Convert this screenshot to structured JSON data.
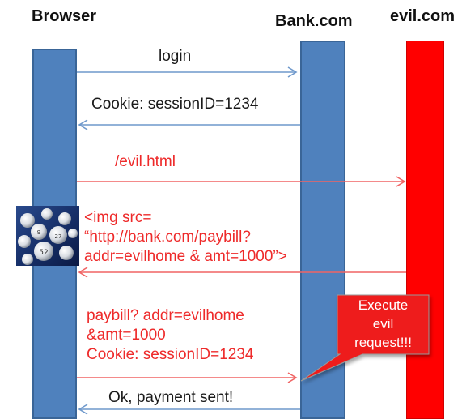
{
  "participants": {
    "browser": "Browser",
    "bank": "Bank.com",
    "evil": "evil.com"
  },
  "messages": {
    "login": "login",
    "cookie": "Cookie: sessionID=1234",
    "evil_html": "/evil.html",
    "img_lines": [
      "<img src=",
      "“http://bank.com/paybill?",
      "addr=evilhome & amt=1000”>"
    ],
    "paybill_lines": [
      "paybill? addr=evilhome",
      "&amt=1000",
      "Cookie: sessionID=1234"
    ],
    "ok": "Ok, payment sent!"
  },
  "callout": {
    "lines": [
      "Execute",
      "evil",
      "request!!!"
    ]
  },
  "colors": {
    "lifeline_blue": "#4f81bd",
    "lifeline_blue_border": "#3a6597",
    "evil_red": "#ff0000",
    "arrow_blue": "#6f99cc",
    "arrow_red": "#f06464",
    "text_red": "#ee2a2a",
    "callout_fill": "#ee1c1c"
  },
  "icons": {
    "thumbnail": "lottery-balls-image"
  }
}
